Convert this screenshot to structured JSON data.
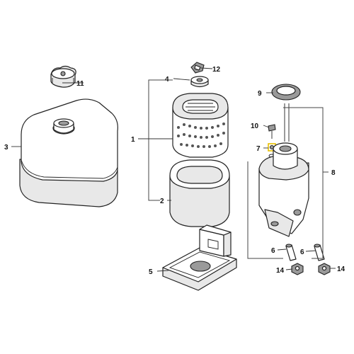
{
  "callouts": {
    "c1": "1",
    "c2": "2",
    "c3": "3",
    "c4": "4",
    "c5": "5",
    "c6a": "6",
    "c6b": "6",
    "c7": "7",
    "c8": "8",
    "c9": "9",
    "c10": "10",
    "c11": "11",
    "c12": "12",
    "c14a": "14",
    "c14b": "14"
  },
  "colors": {
    "line": "#222222",
    "highlight": "#e8c000",
    "shade": "#e8e8e8"
  }
}
